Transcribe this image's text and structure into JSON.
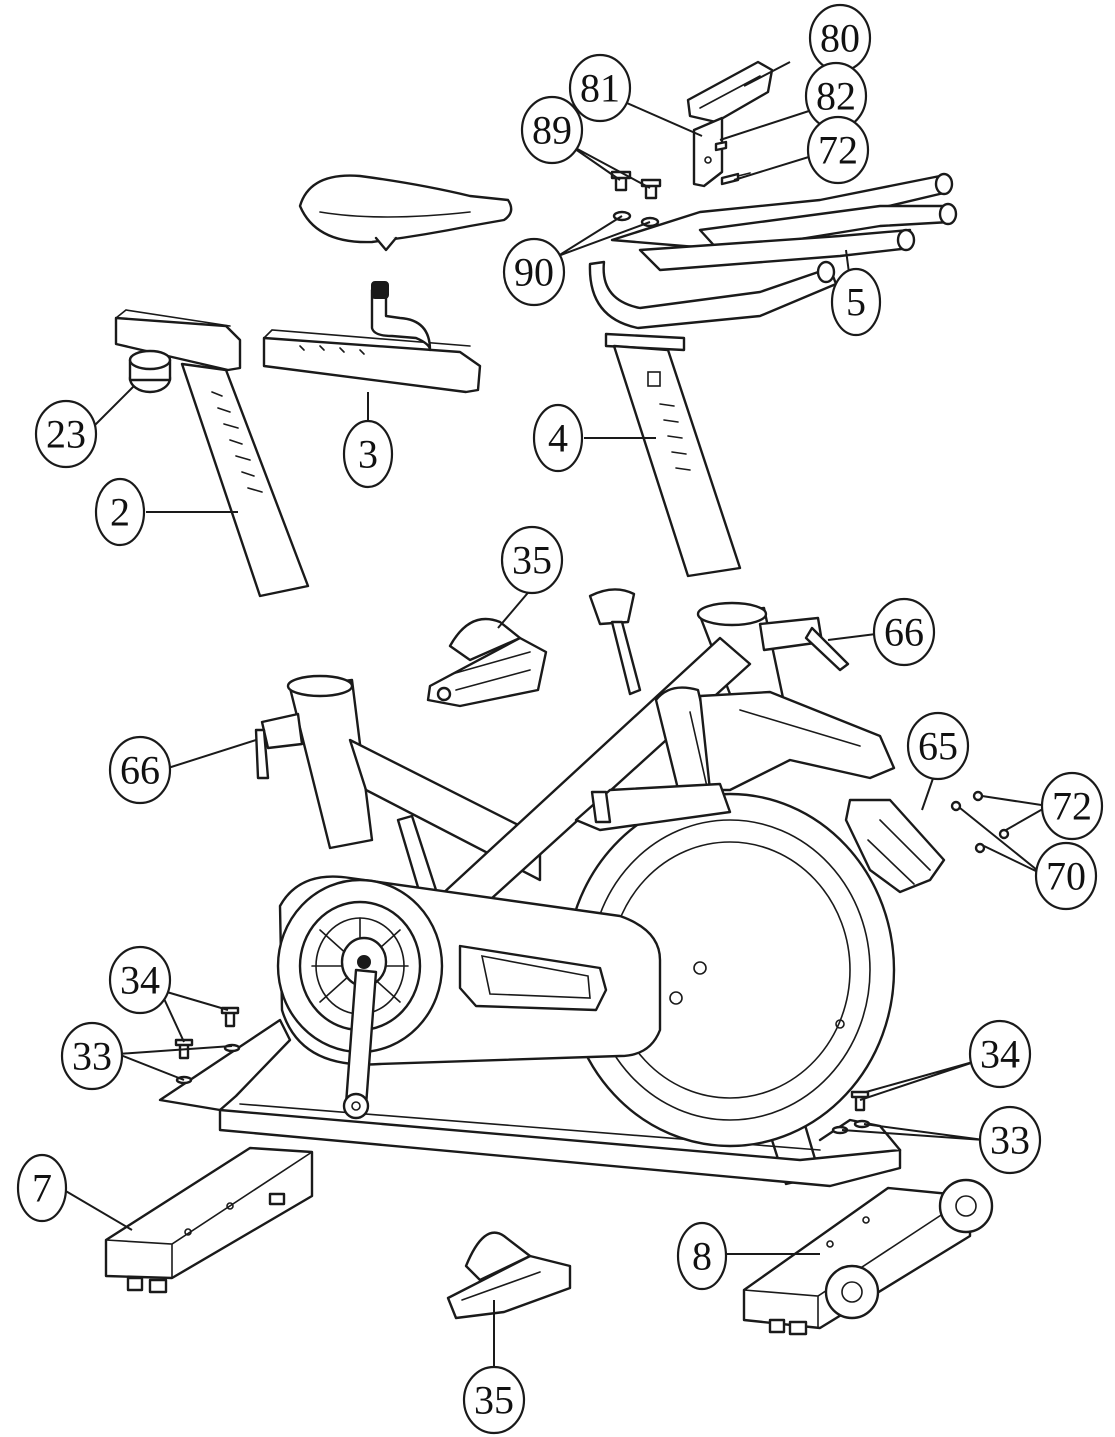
{
  "diagram": {
    "callouts": [
      {
        "id": "c80",
        "label": "80"
      },
      {
        "id": "c81",
        "label": "81"
      },
      {
        "id": "c82",
        "label": "82"
      },
      {
        "id": "c89",
        "label": "89"
      },
      {
        "id": "c72a",
        "label": "72"
      },
      {
        "id": "c90",
        "label": "90"
      },
      {
        "id": "c5",
        "label": "5"
      },
      {
        "id": "c23",
        "label": "23"
      },
      {
        "id": "c3",
        "label": "3"
      },
      {
        "id": "c4",
        "label": "4"
      },
      {
        "id": "c2",
        "label": "2"
      },
      {
        "id": "c35a",
        "label": "35"
      },
      {
        "id": "c66a",
        "label": "66"
      },
      {
        "id": "c66b",
        "label": "66"
      },
      {
        "id": "c65",
        "label": "65"
      },
      {
        "id": "c72b",
        "label": "72"
      },
      {
        "id": "c70",
        "label": "70"
      },
      {
        "id": "c34a",
        "label": "34"
      },
      {
        "id": "c33a",
        "label": "33"
      },
      {
        "id": "c34b",
        "label": "34"
      },
      {
        "id": "c33b",
        "label": "33"
      },
      {
        "id": "c7",
        "label": "7"
      },
      {
        "id": "c8",
        "label": "8"
      },
      {
        "id": "c35b",
        "label": "35"
      }
    ]
  }
}
